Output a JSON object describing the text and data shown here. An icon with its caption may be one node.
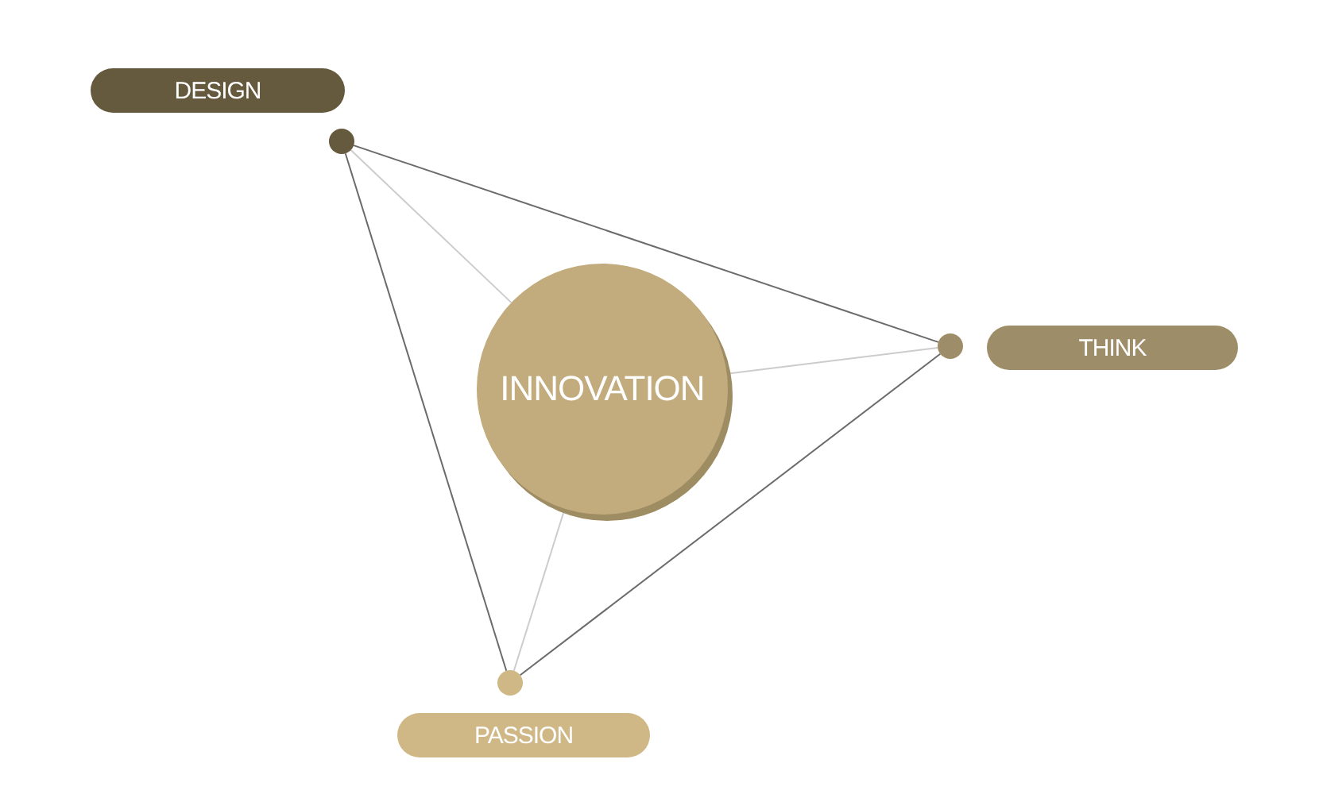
{
  "diagram": {
    "nodes": [
      {
        "text": [
          "DESIGN"
        ]
      },
      {
        "text": [],
        "shape": "circle"
      },
      {
        "text": [
          "INNOVATION"
        ]
      },
      {
        "text": [],
        "shape": "circle"
      },
      {
        "text": [
          "THINK"
        ]
      },
      {
        "text": [],
        "shape": "circle"
      },
      {
        "text": [
          "PASSION"
        ]
      }
    ],
    "edges": [
      {
        "from": 1,
        "to": 3,
        "arrow": "none"
      },
      {
        "from": 1,
        "to": 5,
        "arrow": "none"
      },
      {
        "from": 3,
        "to": 5,
        "arrow": "none"
      },
      {
        "from": 1,
        "to": 2,
        "arrow": "none",
        "color": "#cccccc"
      },
      {
        "from": 3,
        "to": 2,
        "arrow": "none",
        "color": "#cccccc"
      },
      {
        "from": 5,
        "to": 2,
        "arrow": "none",
        "color": "#cccccc"
      }
    ]
  }
}
